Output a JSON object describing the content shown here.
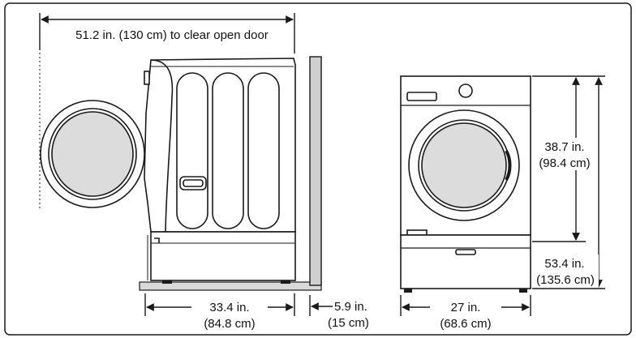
{
  "colors": {
    "line": "#1a1a1a",
    "gray_fill": "#dcdcdc",
    "platform_fill": "#d9d9d9",
    "wall_fill": "#cfcfcf",
    "background": "#ffffff"
  },
  "dimensions": {
    "door_clearance": "51.2 in. (130 cm) to clear open door",
    "side_depth": {
      "line1": "33.4 in.",
      "line2": "(84.8 cm)"
    },
    "wall_gap": {
      "line1": "5.9 in.",
      "line2": "(15 cm)"
    },
    "front_width": {
      "line1": "27 in.",
      "line2": "(68.6 cm)"
    },
    "washer_height": {
      "line1": "38.7 in.",
      "line2": "(98.4 cm)"
    },
    "total_height": {
      "line1": "53.4 in.",
      "line2": "(135.6 cm)"
    }
  }
}
